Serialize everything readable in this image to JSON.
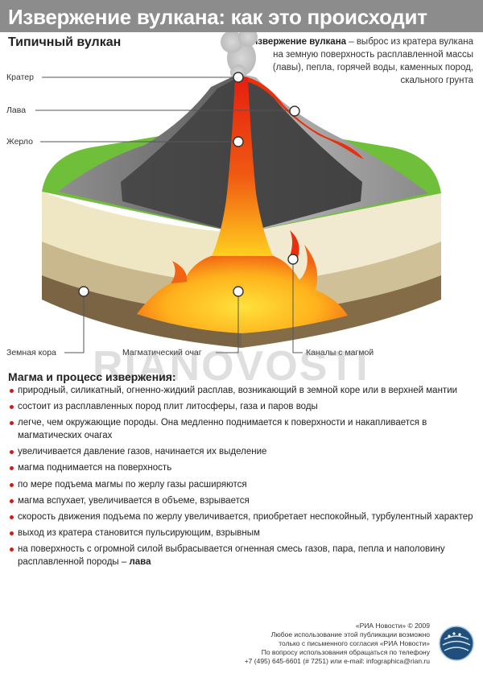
{
  "title": "Извержение вулкана: как это происходит",
  "subtitle": "Типичный вулкан",
  "definition": {
    "term": "Извержение вулкана",
    "text": " – выброс из кратера вулкана на земную поверхность расплавленной массы (лавы), пепла, горячей воды, каменных пород, скального грунта"
  },
  "labels": {
    "crater": "Кратер",
    "lava": "Лава",
    "vent": "Жерло",
    "crust": "Земная кора",
    "magma_chamber": "Магматический очаг",
    "magma_channels": "Каналы с магмой"
  },
  "watermark": "RIANOVOSTI",
  "list_title": "Магма и процесс извержения:",
  "facts": [
    "природный, силикатный, огненно-жидкий расплав, возникающий в земной коре или в верхней мантии",
    "состоит из расплавленных пород плит литосферы, газа и паров воды",
    "легче, чем окружающие породы. Она медленно поднимается к поверхности и накапливается в магматических очагах",
    "увеличивается давление газов, начинается их выделение",
    "магма поднимается на поверхность",
    "по мере подъема магмы по жерлу газы расширяются",
    "магма вспухает, увеличивается в объеме, взрывается",
    "скорость движения подъема по жерлу увеличивается, приобретает неспокойный, турбулентный характер",
    "выход из кратера становится пульсирующим, взрывным"
  ],
  "last_fact": {
    "text": "на поверхность с огромной силой выбрасывается огненная смесь газов, пара, пепла и наполовину расплавленной породы – ",
    "bold": "лава"
  },
  "footer": {
    "line1": "«РИА Новости» © 2009",
    "line2": "Любое использование этой публикации возможно",
    "line3": "только с письменного согласия «РИА Новости»",
    "line4": "По вопросу использования обращаться по телефону",
    "line5": "+7 (495) 645-6601 (# 7251) или e-mail: infographica@rian.ru"
  },
  "colors": {
    "title_bar": "#8c8c8c",
    "bullet": "#d21a1a",
    "lava": "#e8300f",
    "grass": "#6fbf3a",
    "rock_dark": "#4a4a4a",
    "rock_light": "#9a9a9a"
  }
}
